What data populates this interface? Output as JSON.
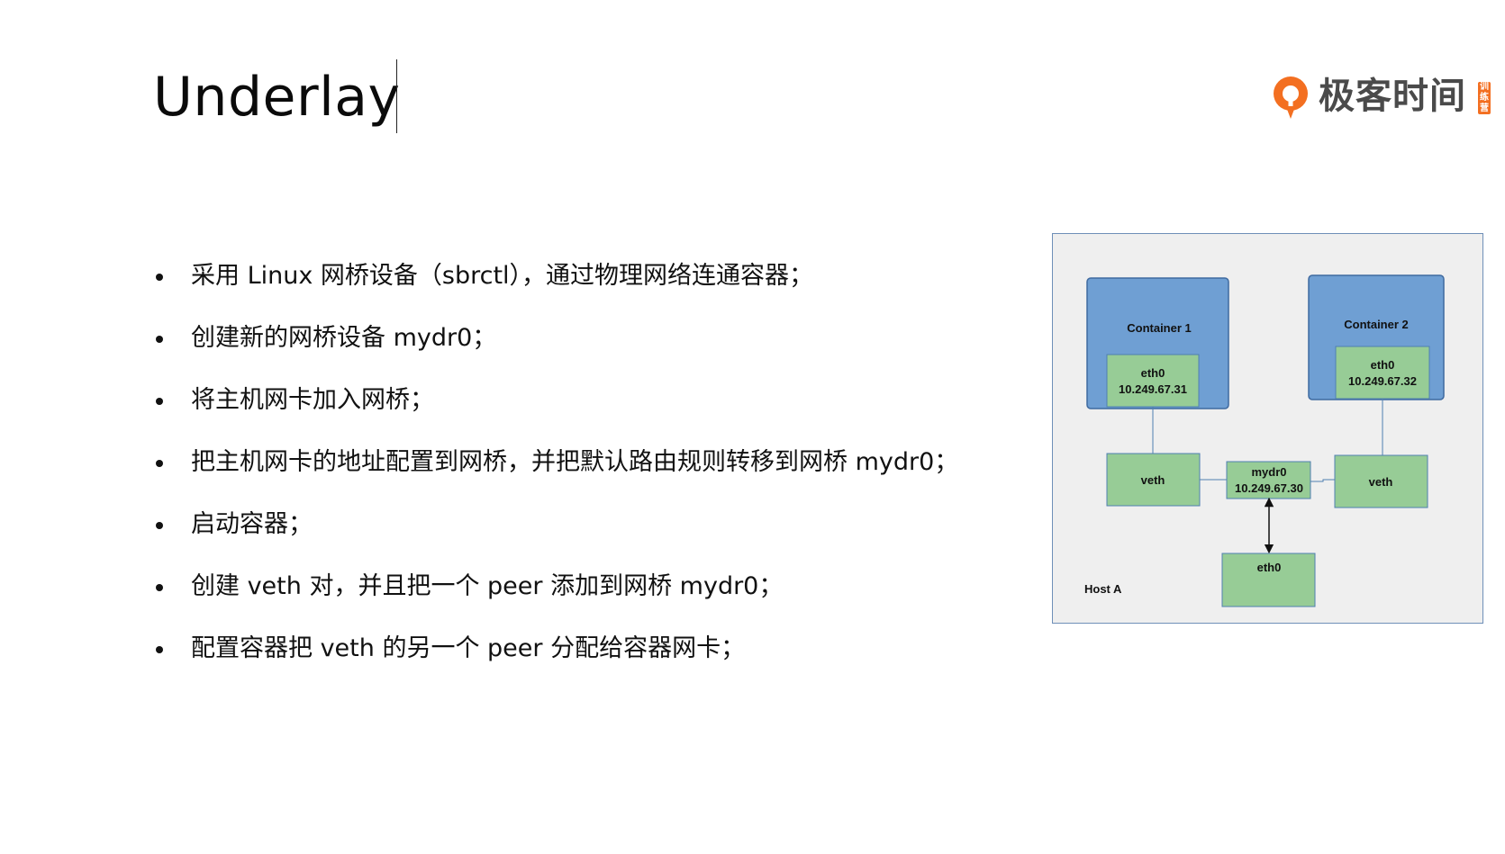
{
  "slide": {
    "title": "Underlay",
    "bullets": [
      "采用 Linux 网桥设备（sbrctl），通过物理网络连通容器；",
      "创建新的网桥设备 mydr0；",
      "将主机网卡加入网桥；",
      "把主机网卡的地址配置到网桥，并把默认路由规则转移到网桥 mydr0；",
      "启动容器；",
      "创建 veth 对，并且把一个 peer 添加到网桥 mydr0；",
      "配置容器把 veth 的另一个 peer 分配给容器网卡；"
    ]
  },
  "logo": {
    "text": "极客时间",
    "tag": "训练营",
    "accent": "#f36f21",
    "text_color": "#4a4a4a"
  },
  "diagram": {
    "host_label": "Host A",
    "container1": {
      "title": "Container 1",
      "iface": "eth0",
      "ip": "10.249.67.31"
    },
    "container2": {
      "title": "Container 2",
      "iface": "eth0",
      "ip": "10.249.67.32"
    },
    "veth_left": "veth",
    "veth_right": "veth",
    "bridge": {
      "name": "mydr0",
      "ip": "10.249.67.30"
    },
    "host_eth": "eth0",
    "colors": {
      "container_fill": "#6f9fd3",
      "container_stroke": "#3f6aa0",
      "box_fill": "#97cc96",
      "box_stroke": "#4f7fb0",
      "background": "#efefef"
    }
  }
}
